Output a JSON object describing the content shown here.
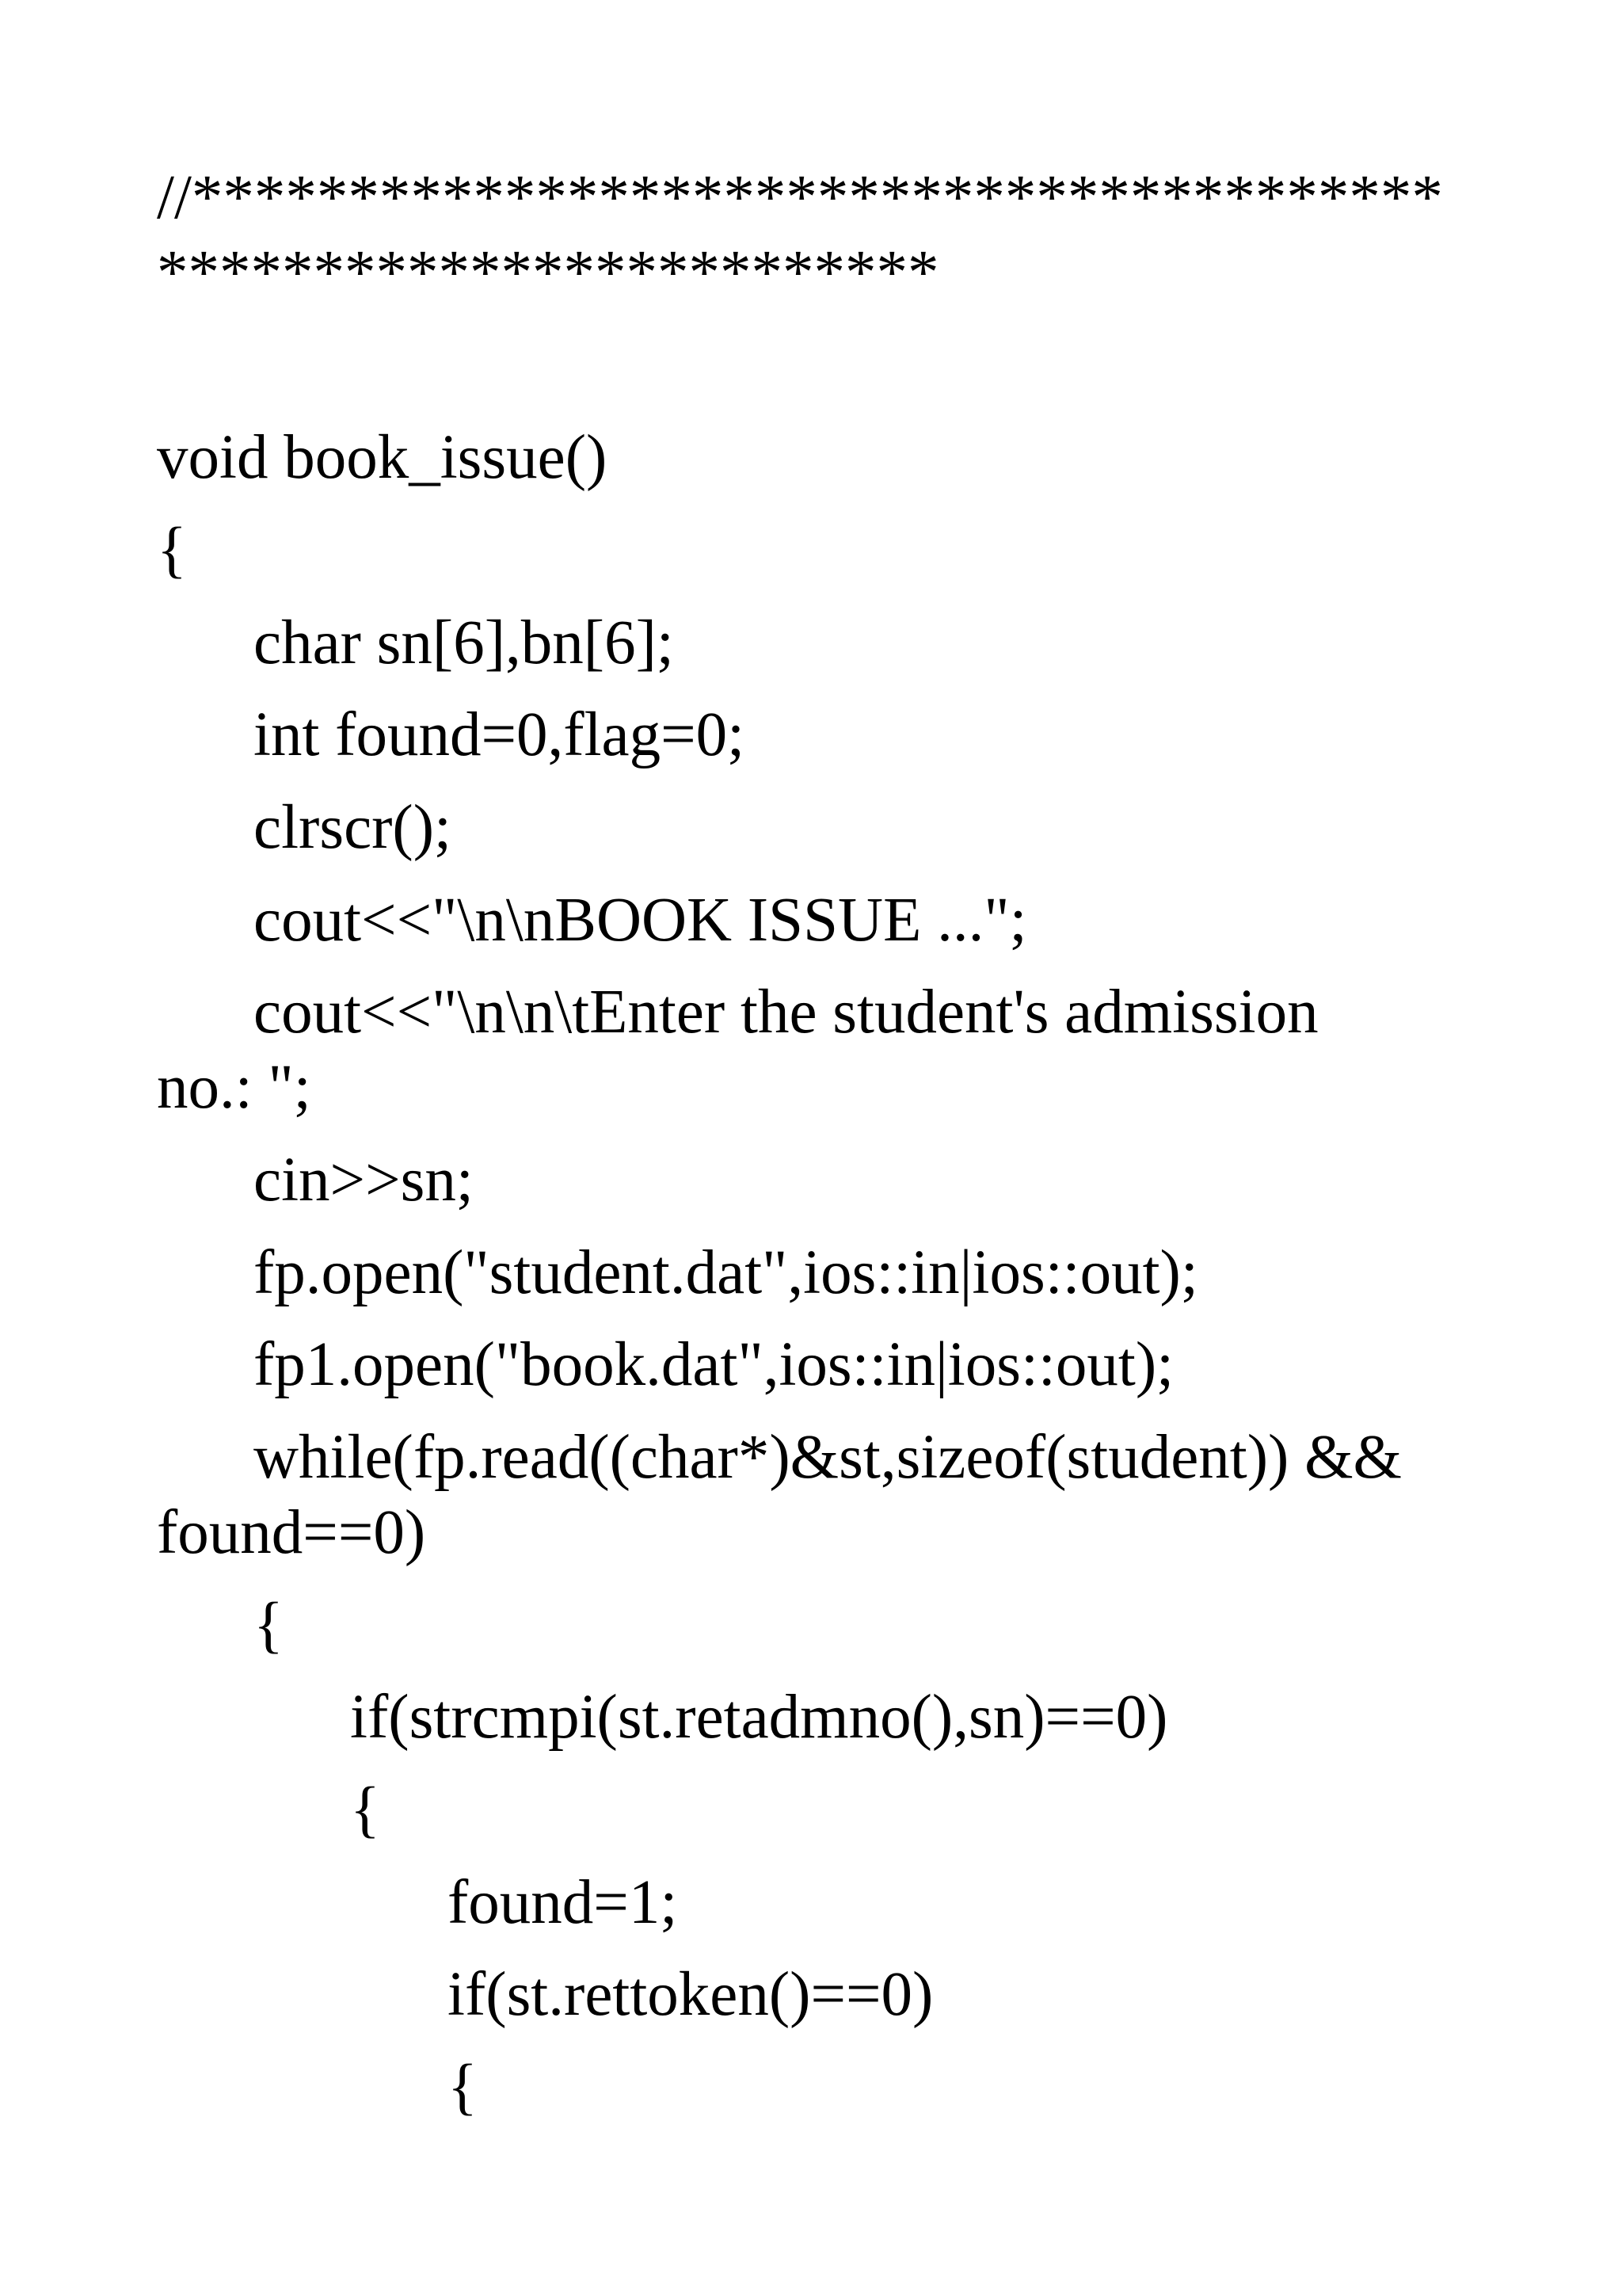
{
  "document": {
    "lines": [
      "//****************************************",
      "*************************",
      "void book_issue()",
      "{",
      "char sn[6],bn[6];",
      "int found=0,flag=0;",
      "clrscr();",
      "cout<<\"\\n\\nBOOK ISSUE ...\";",
      "cout<<\"\\n\\n\\tEnter the student's admission",
      "no.: \";",
      "cin>>sn;",
      "fp.open(\"student.dat\",ios::in|ios::out);",
      "fp1.open(\"book.dat\",ios::in|ios::out);",
      "while(fp.read((char*)&st,sizeof(student)) &&",
      "found==0)",
      "{",
      "if(strcmpi(st.retadmno(),sn)==0)",
      "{",
      "found=1;",
      "if(st.rettoken()==0)",
      "{"
    ]
  }
}
